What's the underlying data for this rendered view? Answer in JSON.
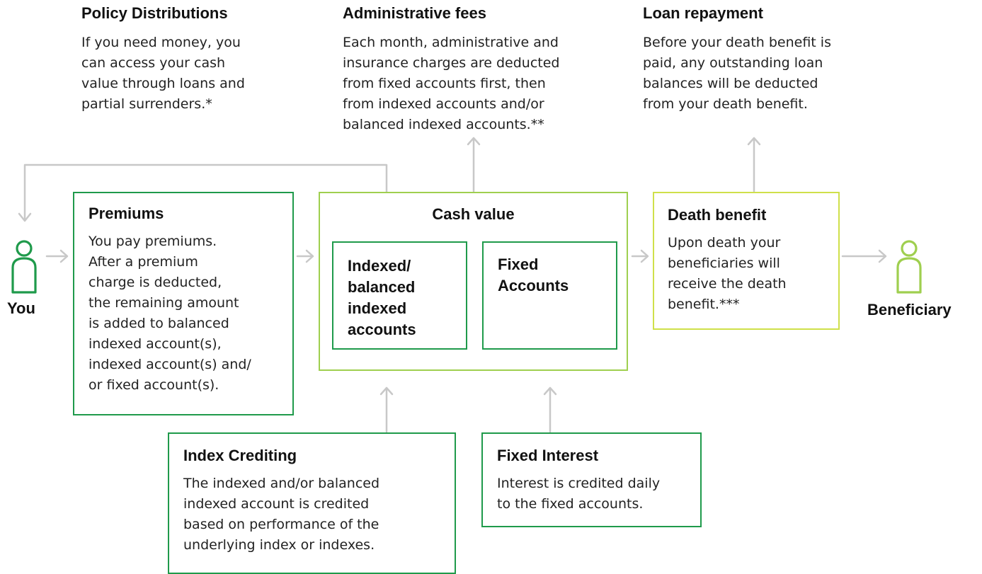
{
  "top": {
    "policy_distributions": {
      "title": "Policy Distributions",
      "lines": [
        "If you need money, you",
        "can access your cash",
        "value through loans and",
        "partial surrenders.*"
      ]
    },
    "administrative_fees": {
      "title": "Administrative fees",
      "lines": [
        "Each month, administrative and",
        "insurance charges are deducted",
        "from fixed accounts first, then",
        "from indexed accounts and/or",
        "balanced indexed accounts.**"
      ]
    },
    "loan_repayment": {
      "title": "Loan repayment",
      "lines": [
        "Before your death benefit is",
        "paid, any outstanding loan",
        "balances will be deducted",
        "from your death benefit."
      ]
    }
  },
  "you": {
    "label": "You"
  },
  "beneficiary": {
    "label": "Beneficiary"
  },
  "premiums": {
    "title": "Premiums",
    "lines": [
      "You pay premiums.",
      "After a premium",
      "charge is deducted,",
      "the remaining amount",
      "is added to balanced",
      "indexed account(s),",
      "indexed account(s) and/",
      "or fixed account(s)."
    ]
  },
  "cash_value": {
    "title": "Cash value",
    "indexed": {
      "lines": [
        "Indexed/",
        "balanced",
        "indexed",
        "accounts"
      ]
    },
    "fixed": {
      "lines": [
        "Fixed",
        "Accounts"
      ]
    }
  },
  "death_benefit": {
    "title": "Death benefit",
    "lines": [
      "Upon death your",
      "beneficiaries will",
      "receive the death",
      "benefit.***"
    ]
  },
  "index_crediting": {
    "title": "Index Crediting",
    "lines": [
      "The indexed and/or balanced",
      "indexed account is credited",
      "based on performance of the",
      "underlying  index or indexes."
    ]
  },
  "fixed_interest": {
    "title": "Fixed Interest",
    "lines": [
      "Interest is credited daily",
      "to the fixed accounts."
    ]
  },
  "colors": {
    "dark_green": "#1f9a4b",
    "light_green": "#9fcf4f",
    "lime": "#cfe04a",
    "arrow_gray": "#c8c8c8"
  }
}
